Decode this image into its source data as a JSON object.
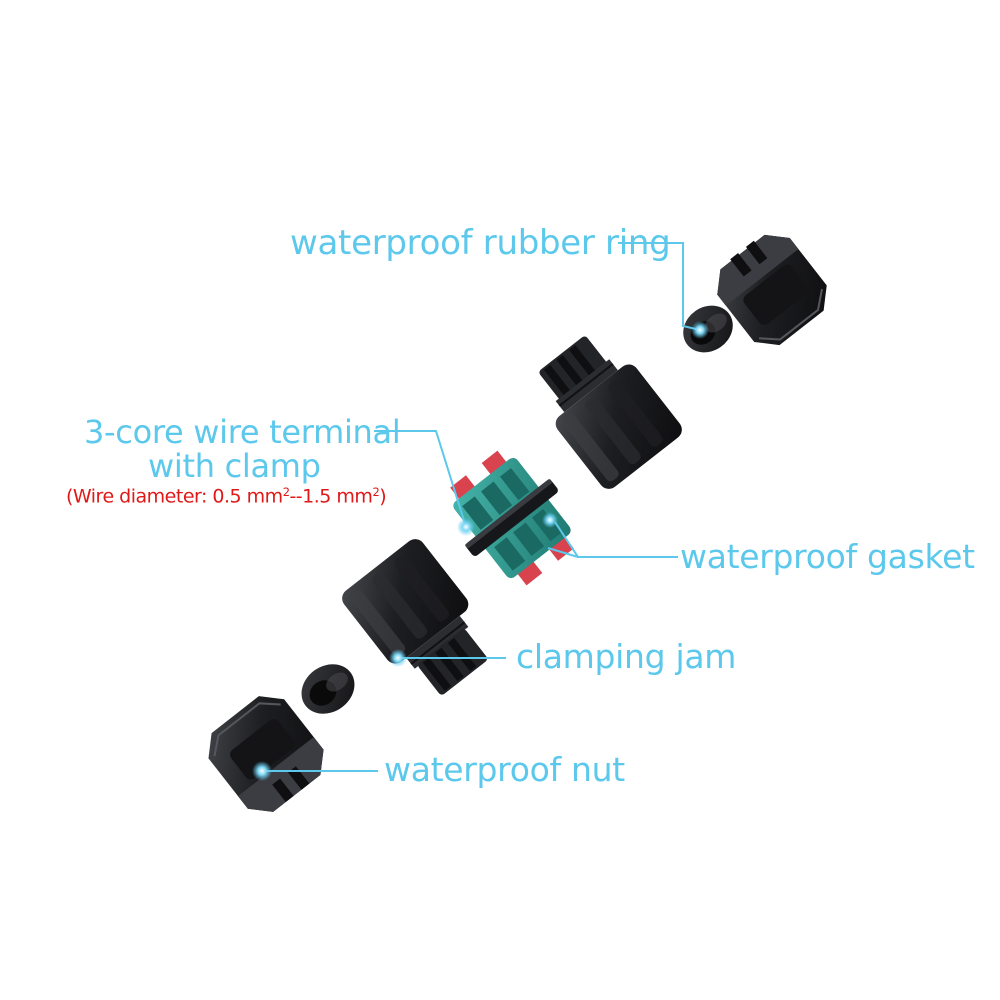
{
  "colors": {
    "label": "#5bc8ec",
    "leader": "#5bc8ec",
    "note": "#e01818",
    "part_dark": "#1b1b1d",
    "part_mid": "#2e2f33",
    "terminal_teal": "#2f9c93",
    "terminal_red": "#d8434e",
    "background": "#ffffff"
  },
  "labels": {
    "rubber_ring": "waterproof rubber ring",
    "terminal_line1": "3-core wire terminal",
    "terminal_line2": "with clamp",
    "wire_prefix": "(Wire diameter: 0.5 mm",
    "wire_sup1": "2",
    "wire_middle": "--1.5 mm",
    "wire_sup2": "2",
    "wire_suffix": ")",
    "gasket": "waterproof gasket",
    "clamping_jam": "clamping jam",
    "nut": "waterproof nut"
  }
}
